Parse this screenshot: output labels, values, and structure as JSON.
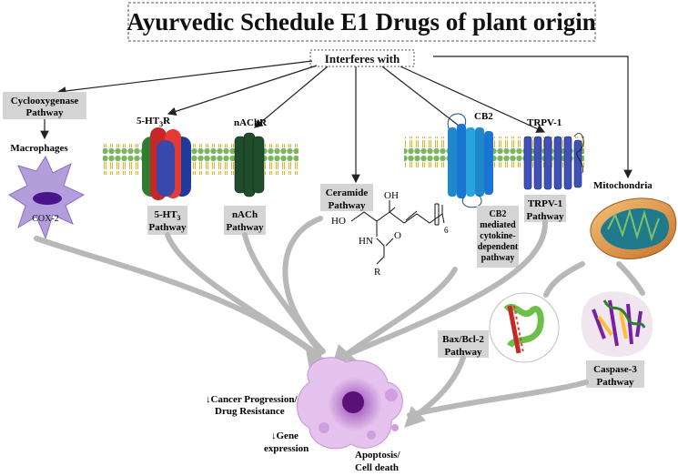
{
  "title": "Ayurvedic Schedule E1 Drugs of plant origin",
  "hub": "Interferes with",
  "labels": {
    "cyclooxygenase": [
      "Cyclooxygenase",
      "Pathway"
    ],
    "macrophages": "Macrophages",
    "cox2": "COX-2",
    "ht3r": "5-HT",
    "ht3r_sub": "3",
    "ht3r_tail": "R",
    "nachr": "nAChR",
    "ht3_pathway_1": "5-HT",
    "ht3_pathway_sub": "3",
    "ht3_pathway_2": "Pathway",
    "nach_pathway": [
      "nACh",
      "Pathway"
    ],
    "ceramide_pathway": [
      "Ceramide",
      "Pathway"
    ],
    "cb2": "CB2",
    "cb2_pathway": [
      "CB2",
      "mediated",
      "cytokine-",
      "dependent",
      "pathway"
    ],
    "trpv1": "TRPV-1",
    "trpv1_pathway": [
      "TRPV-1",
      "Pathway"
    ],
    "mitochondria": "Mitochondria",
    "bax_pathway": [
      "Bax/Bcl-2",
      "Pathway"
    ],
    "caspase_pathway": [
      "Caspase-3",
      "Pathway"
    ],
    "cancer": [
      "Cancer Progression/",
      "Drug Resistance"
    ],
    "gene": [
      "Gene",
      "expression"
    ],
    "apoptosis": [
      "Apoptosis/",
      "Cell death"
    ],
    "down_arrow": "↓"
  },
  "structure": {
    "oh_top": "OH",
    "ho_left": "HO",
    "hn": "HN",
    "o": "O",
    "r": "R",
    "subscript6": "6"
  },
  "colors": {
    "label_bg": "#d4d4d4",
    "arrow": "#222222",
    "flow": "#b8b8b8",
    "membrane_head": "#7bb661",
    "membrane_tail": "#e8c93c",
    "macrophage": "#b39ddb",
    "nachr": "#1f4d2b",
    "cb2": "#1e88c8",
    "trpv1": "#3f51b5",
    "cell": "#d8a6e6",
    "mito": "#e8a24a"
  }
}
